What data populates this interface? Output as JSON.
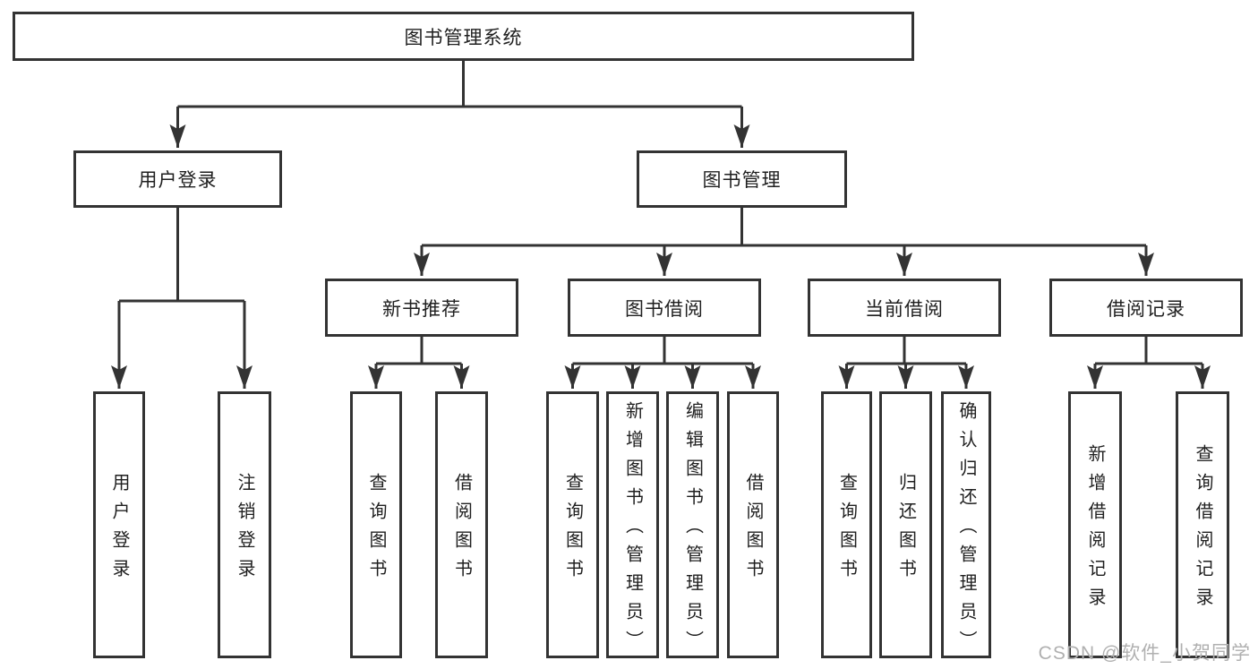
{
  "diagram": {
    "root": {
      "label": "图书管理系统"
    },
    "branches": [
      {
        "label": "用户登录"
      },
      {
        "label": "图书管理"
      }
    ],
    "modules": [
      {
        "label": "新书推荐",
        "parent": "图书管理"
      },
      {
        "label": "图书借阅",
        "parent": "图书管理"
      },
      {
        "label": "当前借阅",
        "parent": "图书管理"
      },
      {
        "label": "借阅记录",
        "parent": "图书管理"
      }
    ],
    "leaves": [
      {
        "label": "用户登录",
        "parent": "用户登录"
      },
      {
        "label": "注销登录",
        "parent": "用户登录"
      },
      {
        "label": "查询图书",
        "parent": "新书推荐"
      },
      {
        "label": "借阅图书",
        "parent": "新书推荐"
      },
      {
        "label": "查询图书",
        "parent": "图书借阅"
      },
      {
        "label": "新增图书（管理员）",
        "parent": "图书借阅"
      },
      {
        "label": "编辑图书（管理员）",
        "parent": "图书借阅"
      },
      {
        "label": "借阅图书",
        "parent": "图书借阅"
      },
      {
        "label": "查询图书",
        "parent": "当前借阅"
      },
      {
        "label": "归还图书",
        "parent": "当前借阅"
      },
      {
        "label": "确认归还（管理员）",
        "parent": "当前借阅"
      },
      {
        "label": "新增借阅记录",
        "parent": "借阅记录"
      },
      {
        "label": "查询借阅记录",
        "parent": "借阅记录"
      }
    ]
  },
  "watermark": "CSDN @软件_小贺同学",
  "colors": {
    "line": "#333333",
    "text": "#1f1f1f",
    "watermark": "#b0b0b0",
    "background": "#ffffff"
  }
}
